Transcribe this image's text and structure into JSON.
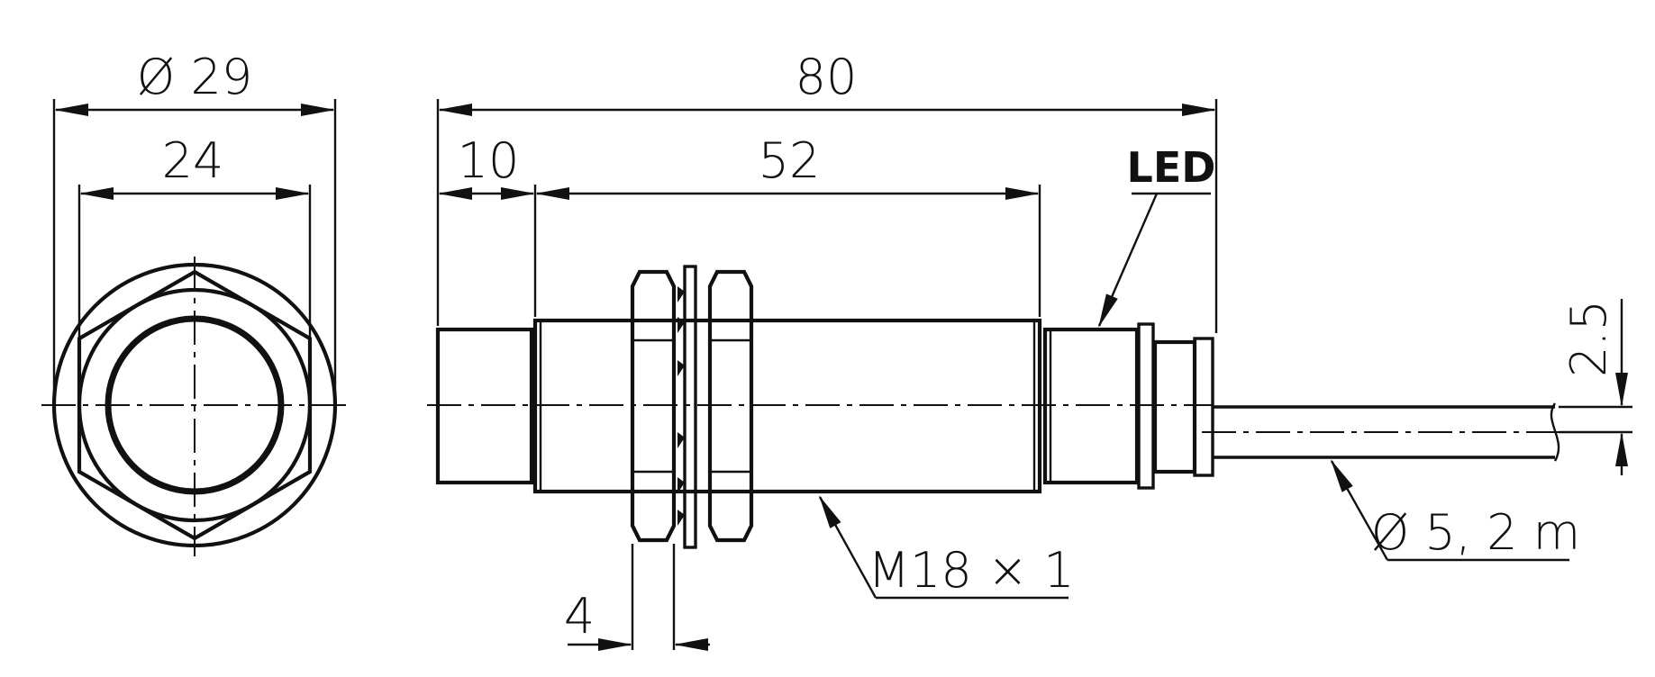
{
  "dimensions": {
    "front_outer_diameter": "Ø 29",
    "front_across_flats": "24",
    "overall_length": "80",
    "sensing_face_length": "10",
    "thread_length": "52",
    "nut_thickness": "4",
    "thread_spec": "M18 × 1",
    "cable_spec": "Ø 5, 2 m",
    "cable_offset": "2.5"
  },
  "labels": {
    "led": "LED"
  },
  "icons": {
    "arrowhead": "arrowhead-icon",
    "break_mark": "cable-break-icon"
  },
  "colors": {
    "line": "#111111",
    "background": "#ffffff"
  }
}
